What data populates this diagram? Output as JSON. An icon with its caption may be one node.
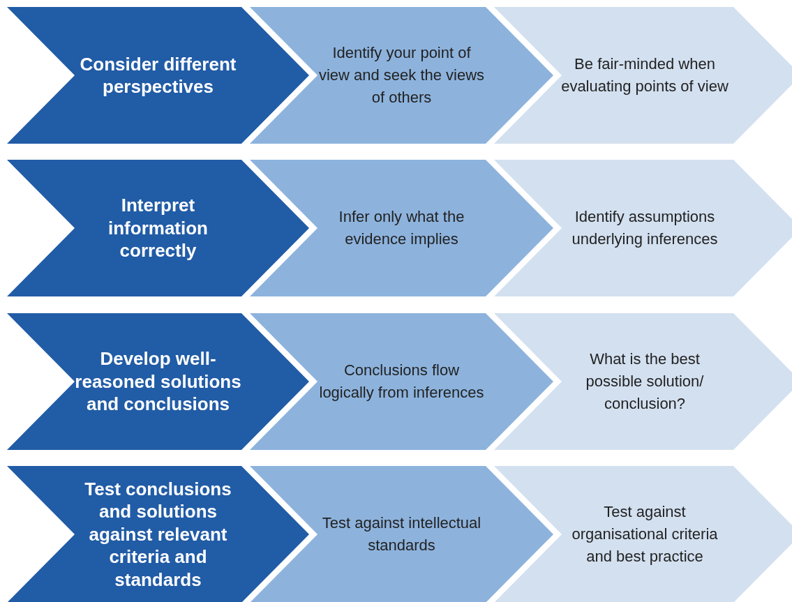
{
  "diagram": {
    "nodes": [
      {
        "text": [
          "Consider different perspectives"
        ]
      },
      {
        "text": [
          "Identify your point of view and seek the views of others"
        ]
      },
      {
        "text": [
          "Be fair-minded when evaluating points of view"
        ]
      },
      {
        "text": [
          "Interpret information correctly"
        ]
      },
      {
        "text": [
          "Infer only what the evidence implies"
        ]
      },
      {
        "text": [
          "Identify assumptions underlying inferences"
        ]
      },
      {
        "text": [
          "Develop well-reasoned solutions and conclusions"
        ]
      },
      {
        "text": [
          "Conclusions flow logically from inferences"
        ]
      },
      {
        "text": [
          "What is the best possible solution/ conclusion?"
        ]
      },
      {
        "text": [
          "Test conclusions and solutions against relevant criteria and standards"
        ]
      },
      {
        "text": [
          "Test against intellectual standards"
        ]
      },
      {
        "text": [
          "Test against organisational criteria and best practice"
        ]
      }
    ]
  }
}
